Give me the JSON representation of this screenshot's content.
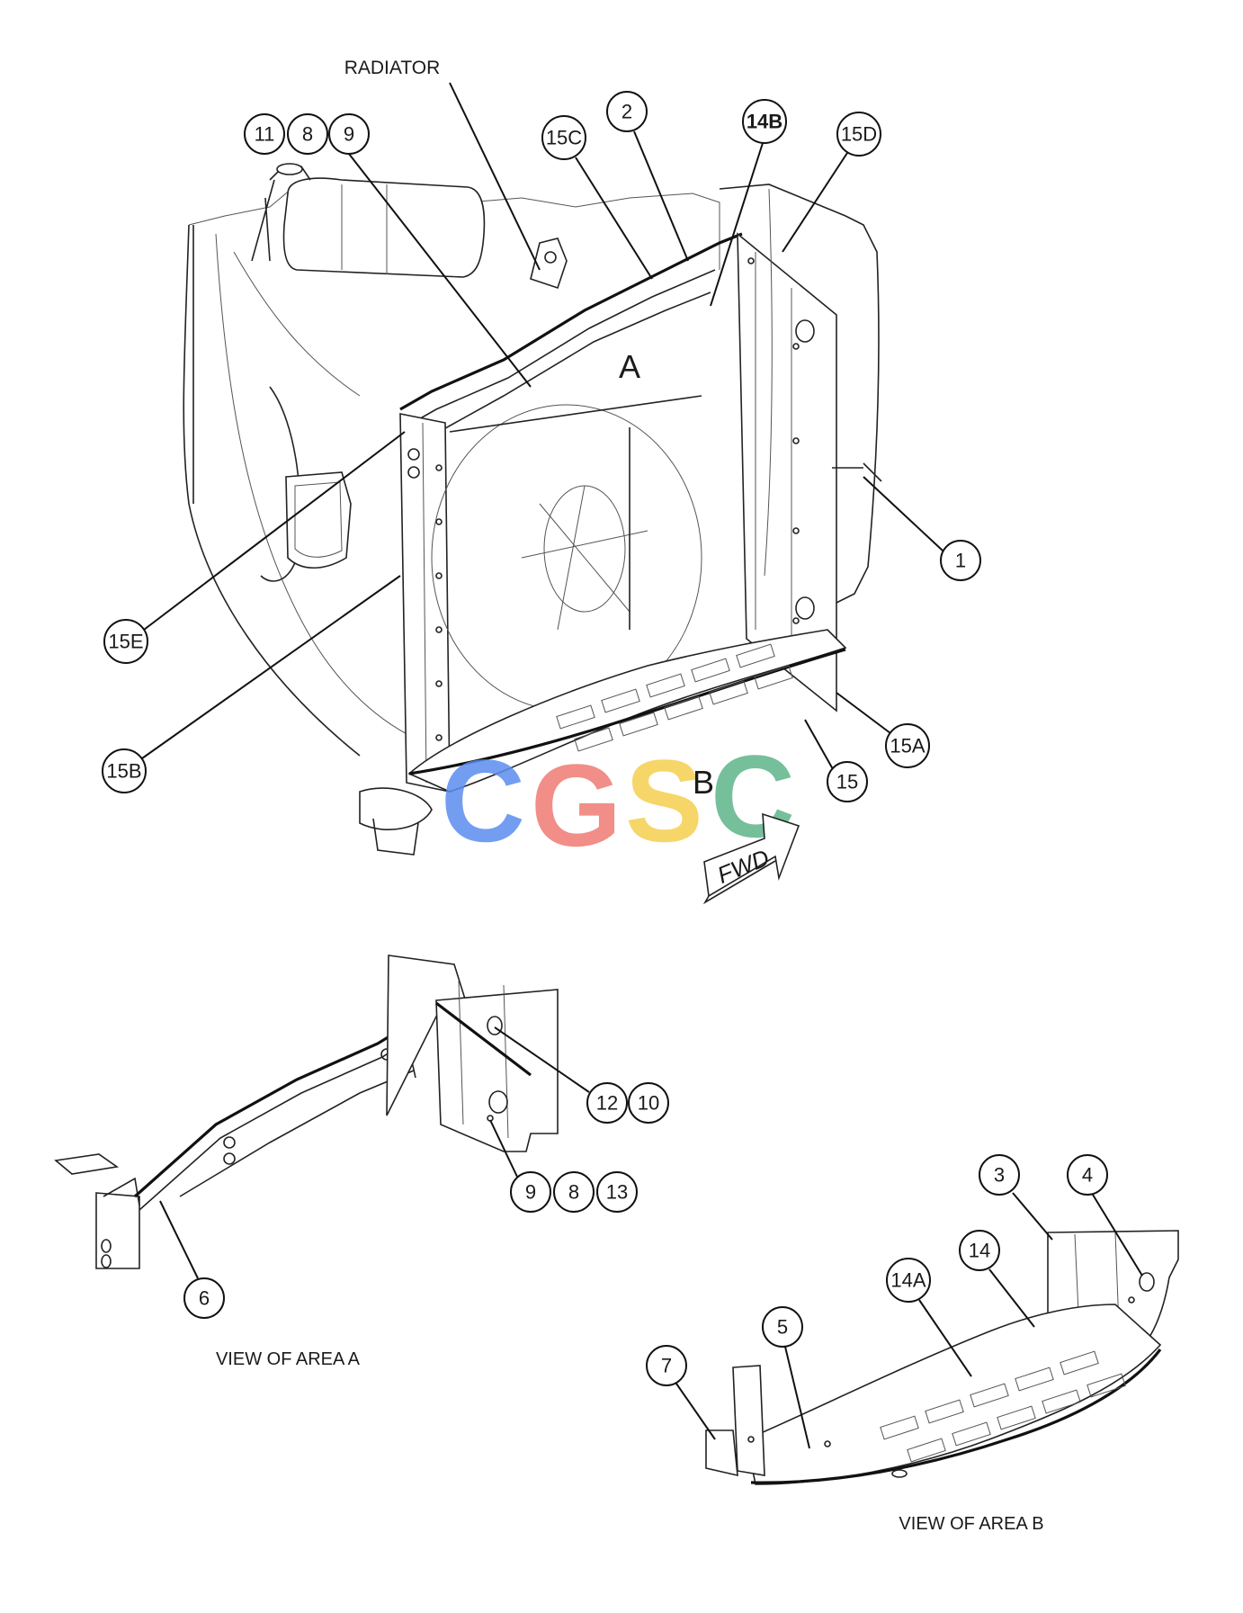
{
  "labels": {
    "radiator": "RADIATOR",
    "area_a": "A",
    "area_b": "B",
    "fwd": "FWD",
    "view_a": "VIEW OF AREA A",
    "view_b": "VIEW OF AREA B",
    "watermark": "CGSC"
  },
  "callouts": {
    "c11": "11",
    "c8a": "8",
    "c9a": "9",
    "c15C": "15C",
    "c2": "2",
    "c14B": "14B",
    "c15D": "15D",
    "c1": "1",
    "c15E": "15E",
    "c15B": "15B",
    "c15A": "15A",
    "c15": "15",
    "c12": "12",
    "c10": "10",
    "c9b": "9",
    "c8b": "8",
    "c13": "13",
    "c6": "6",
    "c3": "3",
    "c4": "4",
    "c14": "14",
    "c14A": "14A",
    "c5": "5",
    "c7": "7"
  },
  "colors": {
    "line": "#111111",
    "watermark_blue": "#5b8def",
    "watermark_red": "#ef7b73",
    "watermark_yellow": "#f5cf4e",
    "watermark_green": "#5fb58a"
  }
}
